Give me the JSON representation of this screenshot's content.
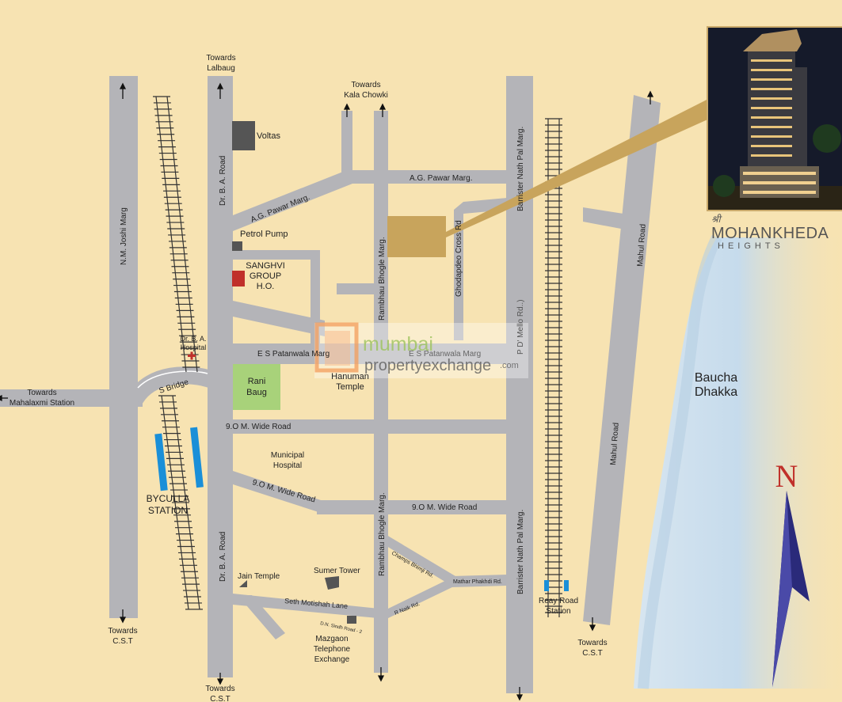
{
  "colors": {
    "background": "#f7e3b2",
    "road": "#b4b4b8",
    "sea": "#c8dcec",
    "project_plot": "#c8a45c",
    "rail": "#333333",
    "station": "#1a8fd8",
    "north_arrow": "#2a2a7a",
    "north_letter": "#c0302a"
  },
  "roads": {
    "nm_joshi": "N.M. Joshi Marg",
    "dr_ba_top": "Dr. B. A. Road",
    "dr_ba_bottom": "Dr. B. A. Road",
    "ag_pawar_slant": "A.G. Pawar Marg.",
    "ag_pawar": "A.G. Pawar Marg.",
    "rambhau_top": "Rambhau Bhogle Marg.",
    "rambhau_bottom": "Rambhau Bhogle Marg.",
    "barrister_top": "Barrister Nath Pal Marg.",
    "barrister_bottom": "Barrister Nath Pal Marg.",
    "ghodapdeo": "Ghodapdeo Cross Rd",
    "es_patanwala_left": "E S Patanwala Marg",
    "es_patanwala_right": "E S Patanwala Marg",
    "pd_mello": "P D' Mello Rd..)",
    "wide_road_1": "9.O M. Wide Road",
    "wide_road_slant": "9.O M. Wide Road",
    "wide_road_2": "9.O M. Wide Road",
    "s_bridge": "S Bridge",
    "mahul_top": "Mahul Road",
    "mahul_bottom": "Mahul Road",
    "champs_bhimji": "Champs Bhimji Rd.",
    "mathar_pakhdi": "Mathar Phakhdi Rd.",
    "r_naik": "R Naik Rd.",
    "seth_motishah": "Seth Motishah Lane",
    "dn_sindh": "D.N. Sindh Road - 2"
  },
  "places": {
    "towards_lalbaug": [
      "Towards",
      "Lalbaug"
    ],
    "towards_kala_chowki": [
      "Towards",
      "Kala Chowki"
    ],
    "towards_mahalaxmi": [
      "Towards",
      "Mahalaxmi Station"
    ],
    "towards_cst_left": [
      "Towards",
      "C.S.T"
    ],
    "towards_cst_mid": [
      "Towards",
      "C.S.T"
    ],
    "towards_cst_right": [
      "Towards",
      "C.S.T"
    ],
    "voltas": "Voltas",
    "petrol_pump": "Petrol Pump",
    "sanghvi": [
      "SANGHVI",
      "GROUP",
      "H.O."
    ],
    "dr_ba_hospital": [
      "Dr. B. A.",
      "Hospital"
    ],
    "rani_baug": [
      "Rani",
      "Baug"
    ],
    "hanuman_temple": [
      "Hanuman",
      "Temple"
    ],
    "municipal_hospital": [
      "Municipal",
      "Hospital"
    ],
    "byculla_station": [
      "BYCULLA",
      "STATION"
    ],
    "jain_temple": "Jain Temple",
    "sumer_tower": "Sumer Tower",
    "mazgaon_exchange": [
      "Mazgaon",
      "Telephone",
      "Exchange"
    ],
    "reay_road": [
      "Reay Road",
      "Station"
    ],
    "baucha_dhakka": [
      "Baucha",
      "Dhakka"
    ]
  },
  "watermark": {
    "line1": "mumbai",
    "line2": "propertyexchange",
    "suffix": ".com"
  },
  "brand": {
    "prefix": "श्री",
    "name": "MOHANKHEDA",
    "sub": "HEIGHTS"
  },
  "north": "N"
}
